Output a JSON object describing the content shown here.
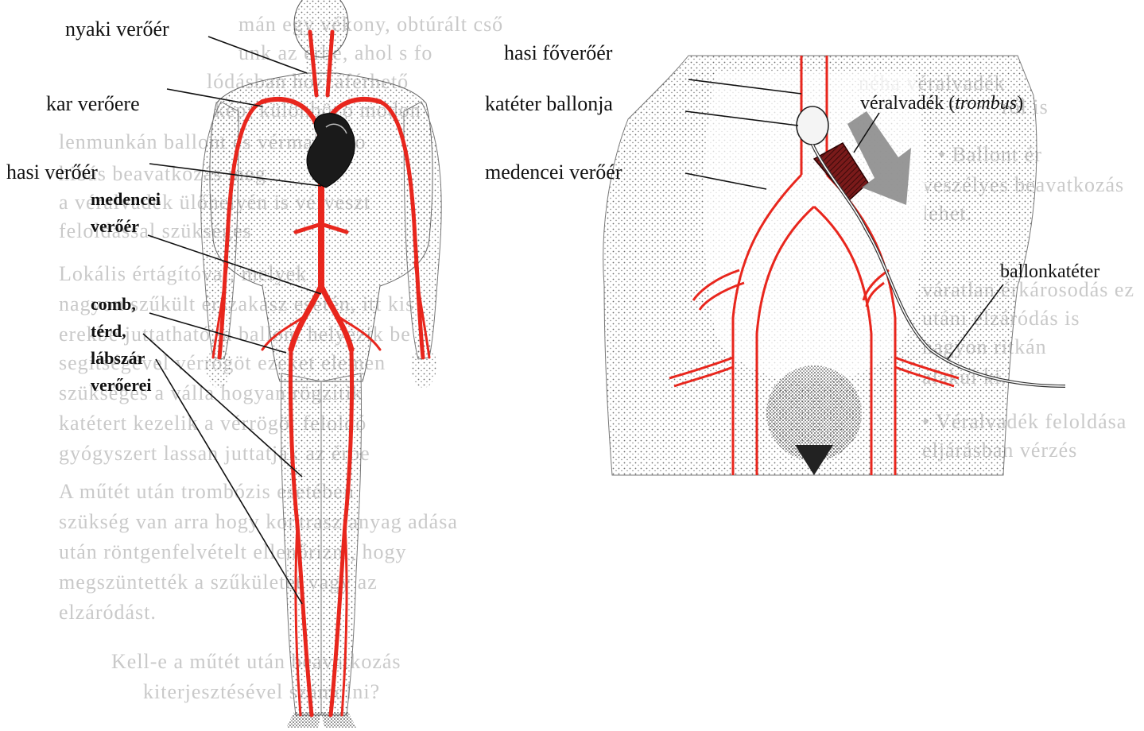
{
  "labels": {
    "neck_artery": "nyaki verőér",
    "arm_artery": "kar verőere",
    "abdominal_artery": "hasi verőér",
    "pelvic_artery_line1": "medencei",
    "pelvic_artery_line2": "verőér",
    "leg_line1": "comb,",
    "leg_line2": "térd,",
    "leg_line3": "lábszár",
    "leg_line4": "verőerei",
    "aorta": "hasi főverőér",
    "catheter_balloon": "katéter ballonja",
    "pelvic_artery_right": "medencei verőér",
    "thrombus_prefix": "véralvadék (",
    "thrombus_italic": "trombus",
    "thrombus_suffix": ")",
    "balloon_catheter": "ballonkatéter"
  },
  "colors": {
    "artery": "#e8261d",
    "stipple": "#6a6a6a",
    "ink": "#111111",
    "thrombus": "#7a1a1a",
    "arrow": "#8c8c8c",
    "bleedthrough": "#c9c9c9"
  },
  "icons": {
    "heart": "heart-icon",
    "arrow": "down-arrow-icon"
  }
}
